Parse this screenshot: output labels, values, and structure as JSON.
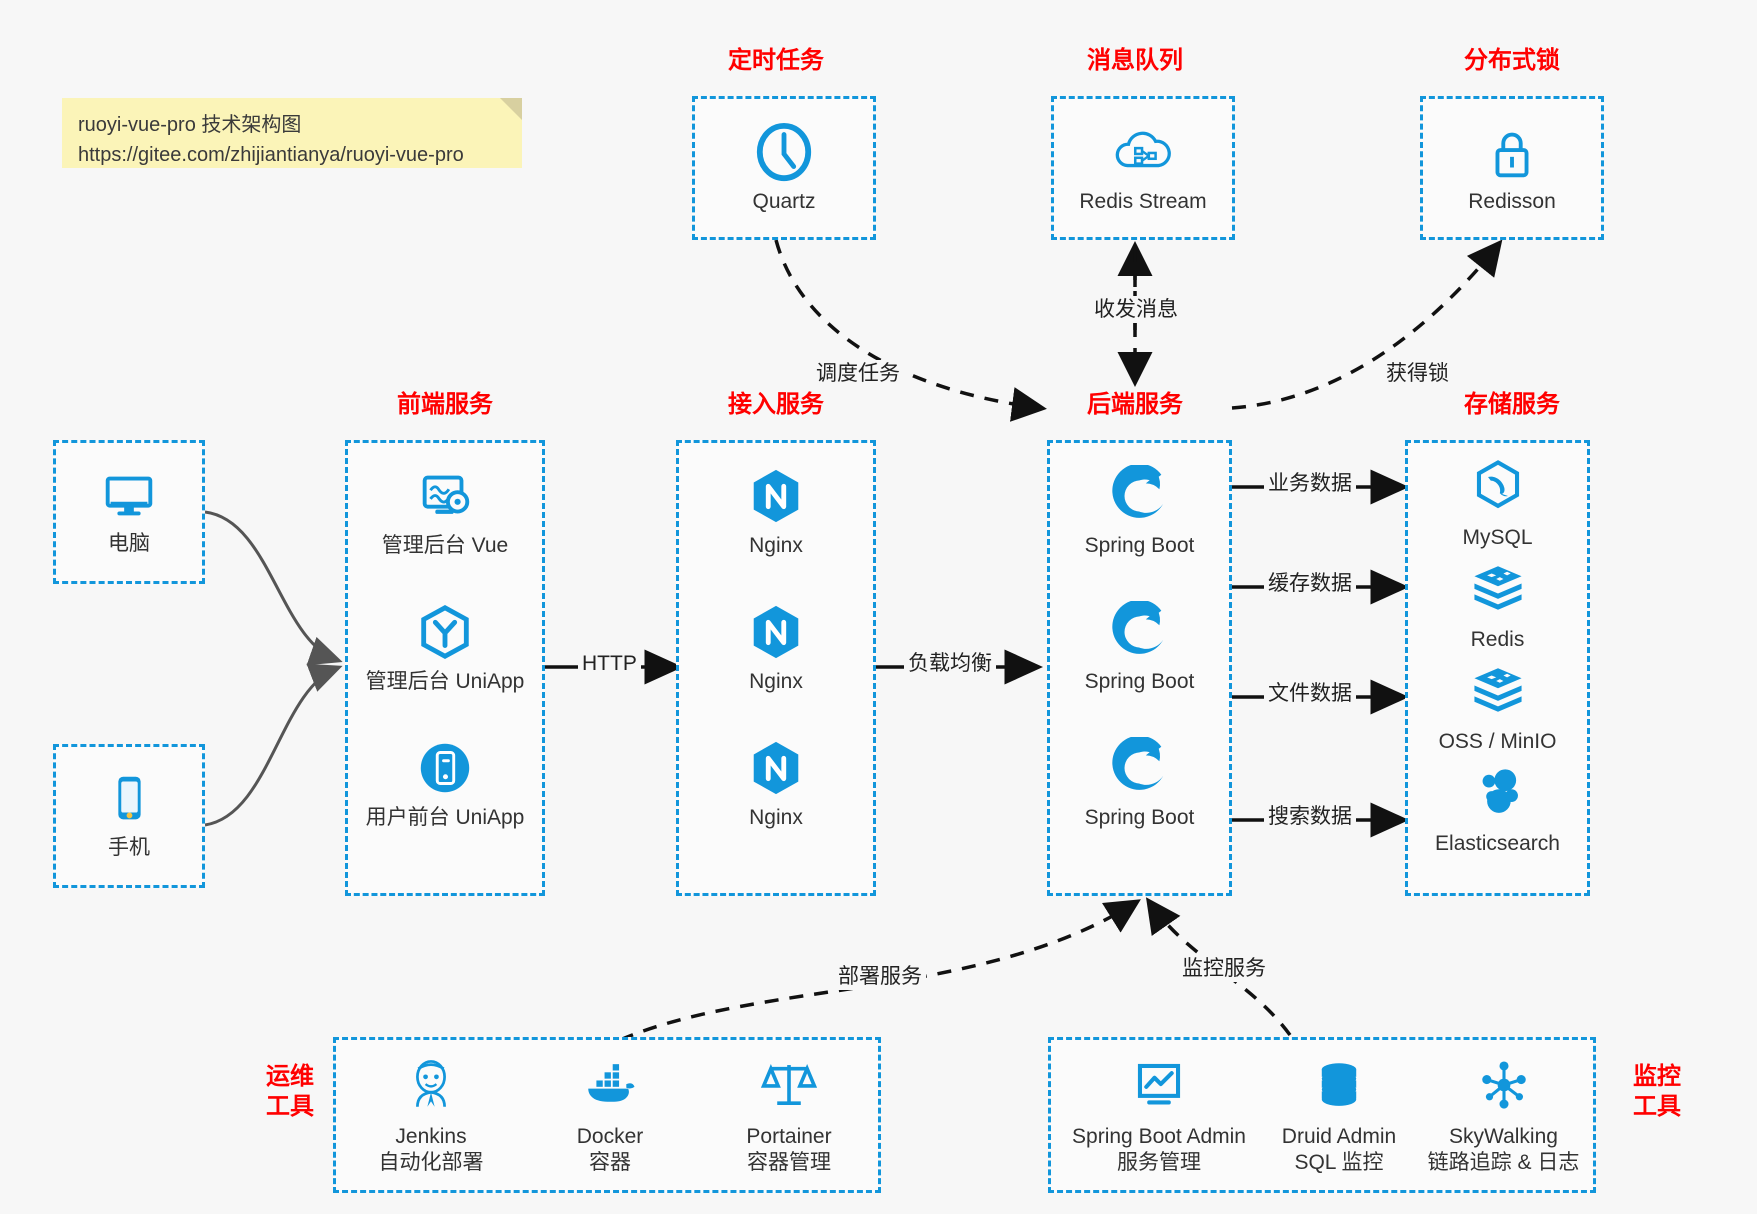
{
  "note": {
    "line1": "ruoyi-vue-pro 技术架构图",
    "line2": "https://gitee.com/zhijiantianya/ruoyi-vue-pro"
  },
  "groups": {
    "scheduled_task": "定时任务",
    "message_queue": "消息队列",
    "distributed_lock": "分布式锁",
    "frontend_service": "前端服务",
    "gateway_service": "接入服务",
    "backend_service": "后端服务",
    "storage_service": "存储服务",
    "devops_tools": "运维\n工具",
    "monitor_tools": "监控\n工具"
  },
  "clients": [
    {
      "label": "电脑",
      "icon": "desktop-icon"
    },
    {
      "label": "手机",
      "icon": "phone-icon"
    }
  ],
  "scheduled_task": [
    {
      "label": "Quartz",
      "icon": "clock-icon"
    }
  ],
  "message_queue": [
    {
      "label": "Redis Stream",
      "icon": "cloud-stream-icon"
    }
  ],
  "distributed_lock": [
    {
      "label": "Redisson",
      "icon": "lock-icon"
    }
  ],
  "frontend_service": [
    {
      "label": "管理后台 Vue",
      "icon": "dashboard-gear-icon"
    },
    {
      "label": "管理后台 UniApp",
      "icon": "hexagon-y-icon"
    },
    {
      "label": "用户前台 UniApp",
      "icon": "mobile-circle-icon"
    }
  ],
  "gateway_service": [
    {
      "label": "Nginx",
      "icon": "nginx-icon"
    },
    {
      "label": "Nginx",
      "icon": "nginx-icon"
    },
    {
      "label": "Nginx",
      "icon": "nginx-icon"
    }
  ],
  "backend_service": [
    {
      "label": "Spring Boot",
      "icon": "spring-leaf-icon"
    },
    {
      "label": "Spring Boot",
      "icon": "spring-leaf-icon"
    },
    {
      "label": "Spring Boot",
      "icon": "spring-leaf-icon"
    }
  ],
  "storage_service": [
    {
      "label": "MySQL",
      "icon": "mysql-dolphin-icon"
    },
    {
      "label": "Redis",
      "icon": "redis-stack-icon"
    },
    {
      "label": "OSS / MinIO",
      "icon": "redis-stack-icon"
    },
    {
      "label": "Elasticsearch",
      "icon": "elasticsearch-icon"
    }
  ],
  "devops_tools": [
    {
      "label": "Jenkins",
      "sub": "自动化部署",
      "icon": "jenkins-butler-icon"
    },
    {
      "label": "Docker",
      "sub": "容器",
      "icon": "docker-whale-icon"
    },
    {
      "label": "Portainer",
      "sub": "容器管理",
      "icon": "scales-icon"
    }
  ],
  "monitor_tools": [
    {
      "label": "Spring Boot Admin",
      "sub": "服务管理",
      "icon": "monitor-chart-icon"
    },
    {
      "label": "Druid Admin",
      "sub": "SQL 监控",
      "icon": "database-icon"
    },
    {
      "label": "SkyWalking",
      "sub": "链路追踪 & 日志",
      "icon": "skywalking-icon"
    }
  ],
  "edges": {
    "http": "HTTP",
    "load_balance": "负载均衡",
    "schedule_task": "调度任务",
    "send_receive_message": "收发消息",
    "acquire_lock": "获得锁",
    "business_data": "业务数据",
    "cache_data": "缓存数据",
    "file_data": "文件数据",
    "search_data": "搜索数据",
    "deploy_service": "部署服务",
    "monitor_service": "监控服务"
  },
  "colors": {
    "accent_blue": "#1296db",
    "title_red": "#ff0000",
    "note_yellow": "#fbf4b8",
    "edge_gray": "#4d4d4d",
    "background": "#f7f7f7"
  }
}
